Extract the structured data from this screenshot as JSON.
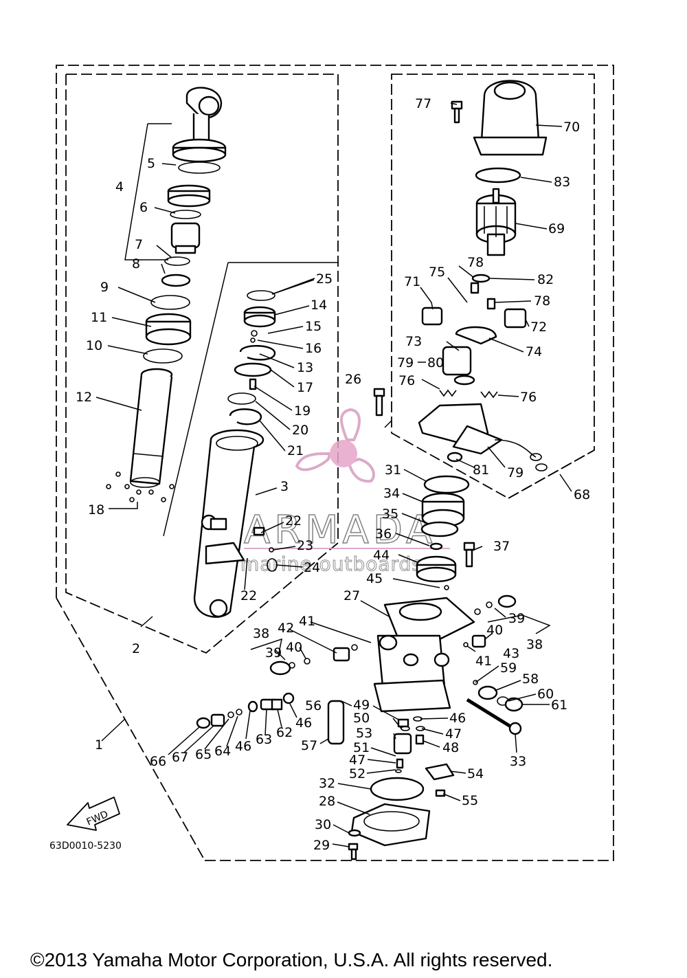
{
  "diagram_code": "63D0010-5230",
  "copyright": "©2013 Yamaha Motor Corporation, U.S.A. All rights reserved.",
  "fwd_label": "FWD",
  "watermark": {
    "brand": "ARMADA",
    "tagline": "marine outboards"
  },
  "labels": {
    "p1": "1",
    "p2": "2",
    "p3": "3",
    "p4": "4",
    "p5": "5",
    "p6": "6",
    "p7": "7",
    "p8": "8",
    "p9": "9",
    "p10": "10",
    "p11": "11",
    "p12": "12",
    "p13": "13",
    "p14": "14",
    "p15": "15",
    "p16": "16",
    "p17": "17",
    "p18": "18",
    "p19": "19",
    "p20": "20",
    "p21": "21",
    "p22a": "22",
    "p22b": "22",
    "p23": "23",
    "p24": "24",
    "p25": "25",
    "p26": "26",
    "p27": "27",
    "p28": "28",
    "p29": "29",
    "p30": "30",
    "p31": "31",
    "p32": "32",
    "p33": "33",
    "p34": "34",
    "p35": "35",
    "p36": "36",
    "p37": "37",
    "p38a": "38",
    "p38b": "38",
    "p39a": "39",
    "p39b": "39",
    "p40a": "40",
    "p40b": "40",
    "p41a": "41",
    "p41b": "41",
    "p42": "42",
    "p43": "43",
    "p44": "44",
    "p45": "45",
    "p46a": "46",
    "p46b": "46",
    "p46c": "46",
    "p47a": "47",
    "p47b": "47",
    "p48": "48",
    "p49": "49",
    "p50": "50",
    "p51": "51",
    "p52": "52",
    "p53": "53",
    "p54": "54",
    "p55": "55",
    "p56": "56",
    "p57": "57",
    "p58": "58",
    "p59": "59",
    "p60": "60",
    "p61": "61",
    "p62": "62",
    "p63": "63",
    "p64": "64",
    "p65": "65",
    "p66": "66",
    "p67": "67",
    "p68": "68",
    "p69": "69",
    "p70": "70",
    "p71": "71",
    "p72": "72",
    "p73": "73",
    "p74": "74",
    "p75": "75",
    "p76a": "76",
    "p76b": "76",
    "p77": "77",
    "p78a": "78",
    "p78b": "78",
    "p79a": "79",
    "p79b": "79",
    "p80": "80",
    "p81": "81",
    "p82": "82",
    "p83": "83"
  }
}
